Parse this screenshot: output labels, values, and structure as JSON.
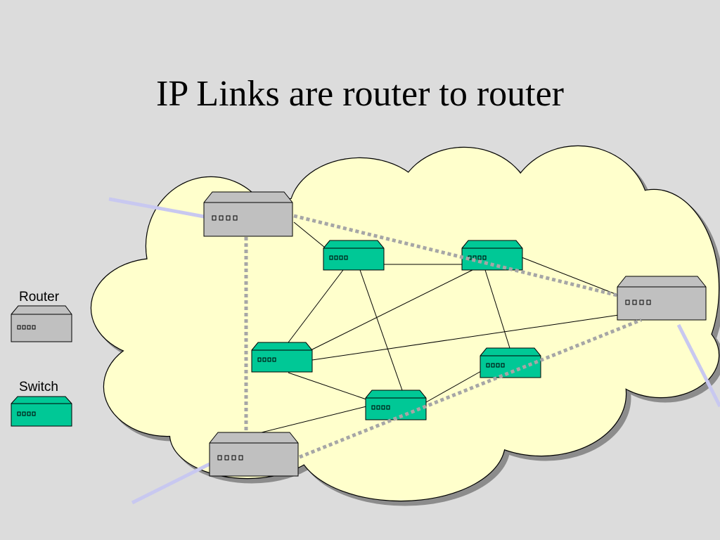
{
  "slide": {
    "title": "IP Links are router to router"
  },
  "legend": {
    "router_label": "Router",
    "switch_label": "Switch"
  },
  "colors": {
    "background": "#dcdcdc",
    "cloud_fill": "#ffffcc",
    "cloud_shadow": "#8c8c8c",
    "router_fill": "#c0c0c0",
    "switch_fill": "#00c896",
    "ip_link": "#a6a6a6",
    "external_link": "#c8c8f0",
    "physical_link": "#000000"
  },
  "network": {
    "routers": [
      "router-top-left",
      "router-right",
      "router-bottom-left"
    ],
    "switches": [
      "switch-top-center",
      "switch-top-right",
      "switch-middle-left",
      "switch-bottom-center",
      "switch-bottom-right"
    ],
    "ip_links": [
      [
        "router-top-left",
        "router-right"
      ],
      [
        "router-top-left",
        "router-bottom-left"
      ],
      [
        "router-bottom-left",
        "router-right"
      ]
    ],
    "physical_links": [
      [
        "router-top-left",
        "switch-top-center"
      ],
      [
        "switch-top-center",
        "switch-top-right"
      ],
      [
        "switch-top-center",
        "switch-middle-left"
      ],
      [
        "switch-top-center",
        "switch-bottom-center"
      ],
      [
        "switch-top-right",
        "router-right"
      ],
      [
        "switch-top-right",
        "switch-middle-left"
      ],
      [
        "switch-top-right",
        "switch-bottom-right"
      ],
      [
        "switch-middle-left",
        "router-right"
      ],
      [
        "switch-middle-left",
        "switch-bottom-center"
      ],
      [
        "switch-bottom-center",
        "router-bottom-left"
      ],
      [
        "switch-bottom-center",
        "switch-bottom-right"
      ]
    ]
  }
}
